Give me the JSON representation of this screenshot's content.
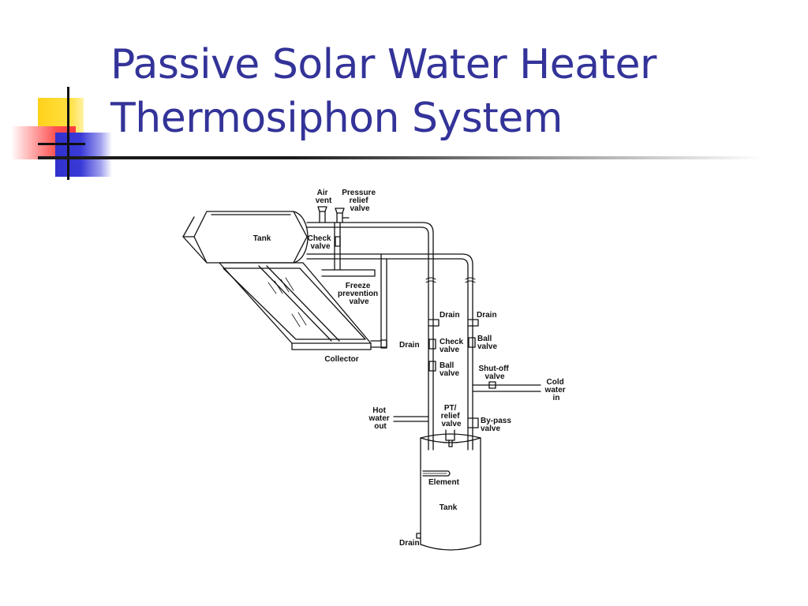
{
  "title": {
    "line1": "Passive Solar Water Heater",
    "line2": "Thermosiphon System"
  },
  "diagram": {
    "labels": {
      "air_vent": [
        "Air",
        "vent"
      ],
      "pressure_relief_valve": [
        "Pressure",
        "relief",
        "valve"
      ],
      "tank_top": "Tank",
      "check_valve_top": [
        "Check",
        "valve"
      ],
      "freeze_prevention_valve": [
        "Freeze",
        "prevention",
        "valve"
      ],
      "collector": "Collector",
      "drain_collector": "Drain",
      "drain_left": "Drain",
      "check_valve": [
        "Check",
        "valve"
      ],
      "ball_valve_left": [
        "Ball",
        "valve"
      ],
      "drain_right": "Drain",
      "ball_valve_right": [
        "Ball",
        "valve"
      ],
      "shutoff_valve": [
        "Shut-off",
        "valve"
      ],
      "cold_water_in": [
        "Cold",
        "water",
        "in"
      ],
      "hot_water_out": [
        "Hot",
        "water",
        "out"
      ],
      "pt_relief_valve": [
        "PT/",
        "relief",
        "valve"
      ],
      "bypass_valve": [
        "By-pass",
        "valve"
      ],
      "element": "Element",
      "tank_bottom": "Tank",
      "drain_bottom": "Drain"
    }
  }
}
